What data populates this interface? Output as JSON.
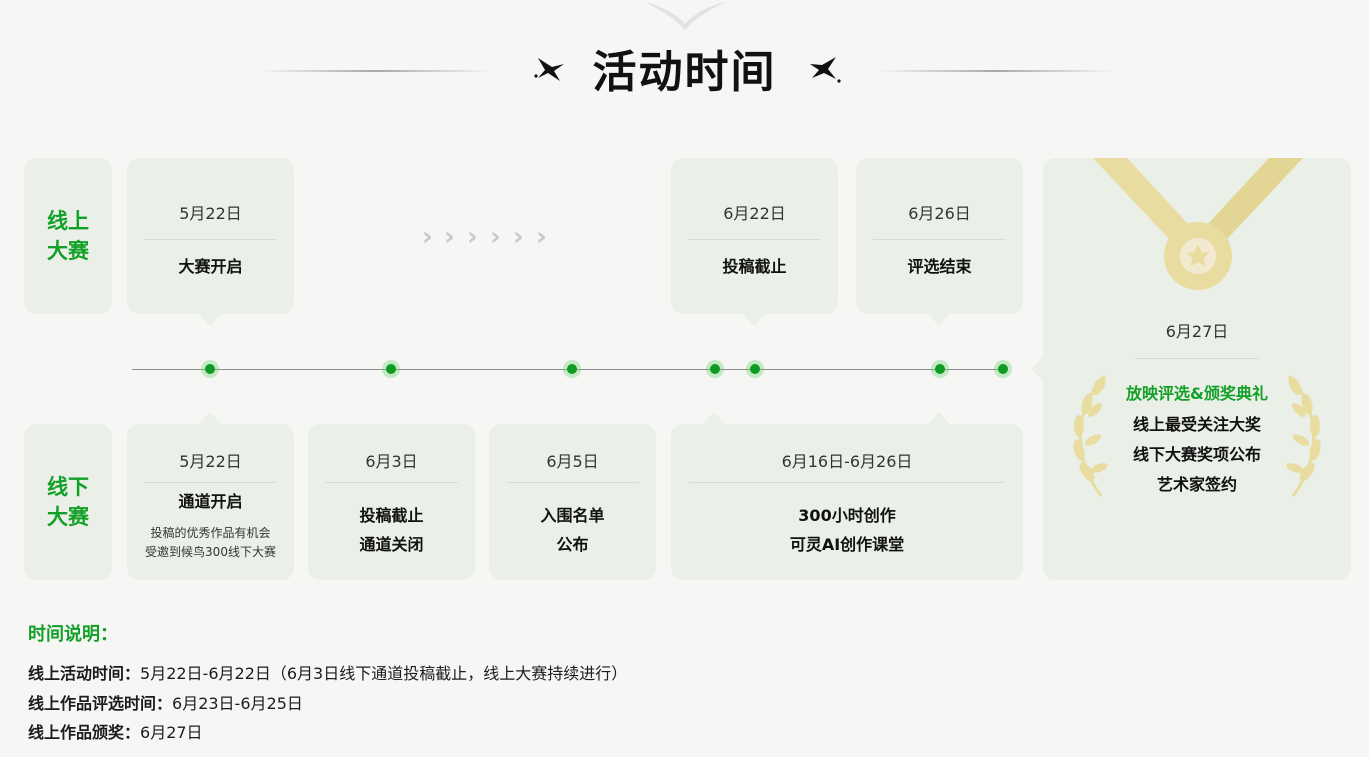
{
  "header": {
    "title": "活动时间"
  },
  "online": {
    "side_label_1": "线上",
    "side_label_2": "大赛",
    "events": [
      {
        "date": "5月22日",
        "label": "大赛开启"
      },
      {
        "date": "6月22日",
        "label": "投稿截止"
      },
      {
        "date": "6月26日",
        "label": "评选结束"
      }
    ]
  },
  "offline": {
    "side_label_1": "线下",
    "side_label_2": "大赛",
    "events": [
      {
        "date": "5月22日",
        "label": "通道开启",
        "note_1": "投稿的优秀作品有机会",
        "note_2": "受邀到候鸟300线下大赛"
      },
      {
        "date": "6月3日",
        "label_1": "投稿截止",
        "label_2": "通道关闭"
      },
      {
        "date": "6月5日",
        "label_1": "入围名单",
        "label_2": "公布"
      },
      {
        "date": "6月16日-6月26日",
        "label_1": "300小时创作",
        "label_2": "可灵AI创作课堂"
      }
    ]
  },
  "award": {
    "date": "6月27日",
    "title": "放映评选&颁奖典礼",
    "items": [
      "线上最受关注大奖",
      "线下大赛奖项公布",
      "艺术家签约"
    ]
  },
  "notes": {
    "heading": "时间说明：",
    "lines": [
      {
        "key": "线上活动时间：",
        "value": "5月22日-6月22日（6月3日线下通道投稿截止，线上大赛持续进行）"
      },
      {
        "key": "线上作品评选时间：",
        "value": "6月23日-6月25日"
      },
      {
        "key": "线上作品颁奖：",
        "value": "6月27日"
      }
    ]
  },
  "colors": {
    "accent_green": "#13a028",
    "card_bg": "#eaf0e8",
    "medal_gold": "#e8dca0"
  },
  "icons": [
    "sparkle-star-icon",
    "chevron-right-icon",
    "medal-icon",
    "laurel-wreath-icon",
    "wing-ornament-icon"
  ]
}
